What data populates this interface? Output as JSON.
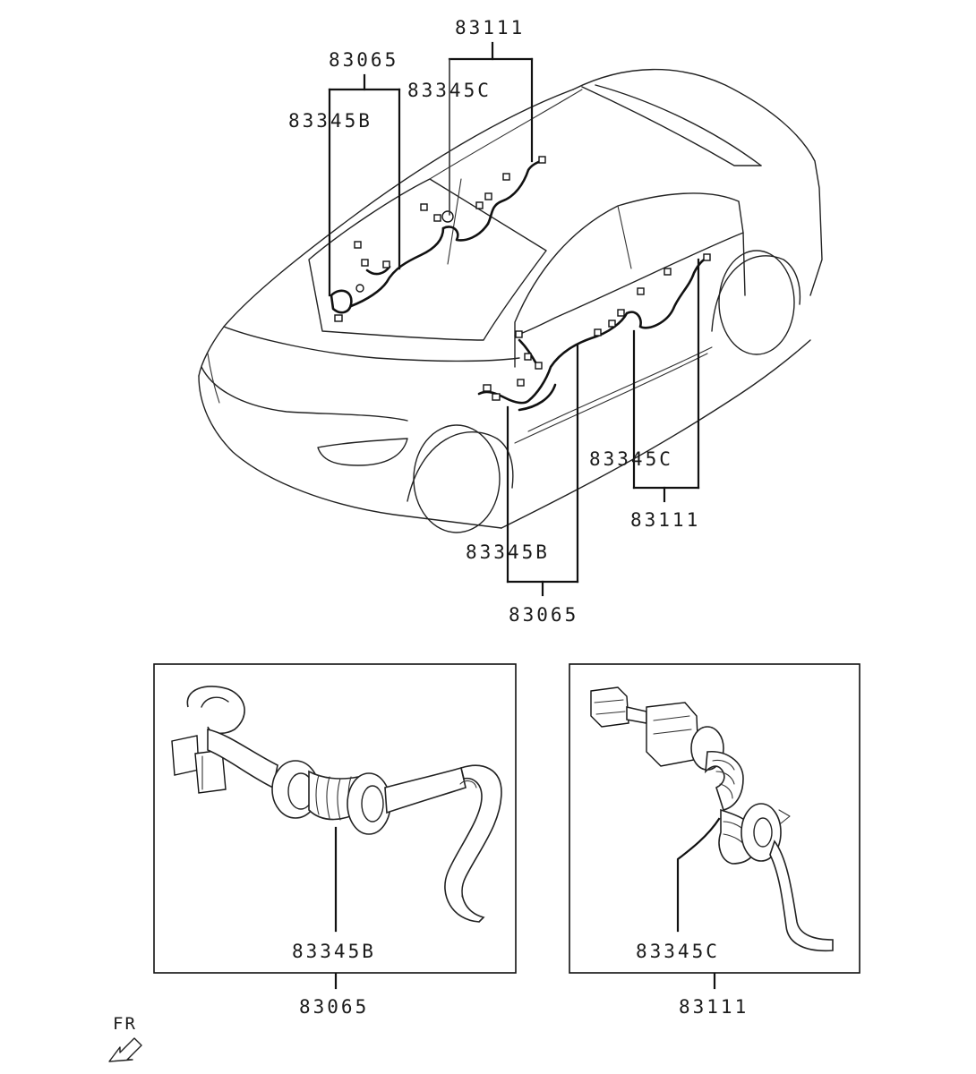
{
  "callouts": {
    "top_left_group": "83065",
    "top_left_item": "83345B",
    "top_center_group": "83111",
    "top_center_item": "83345C",
    "bottom_right_item": "83345C",
    "bottom_right_group": "83111",
    "bottom_center_item": "83345B",
    "bottom_center_group": "83065"
  },
  "detail_left": {
    "item_label": "83345B",
    "group_label": "83065"
  },
  "detail_right": {
    "item_label": "83345C",
    "group_label": "83111"
  },
  "orientation": {
    "label": "FR",
    "icon": "arrow-front-icon"
  }
}
